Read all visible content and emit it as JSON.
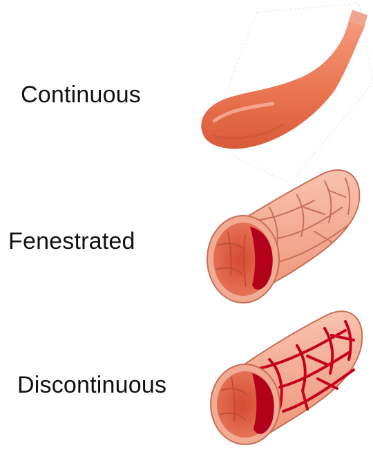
{
  "diagram": {
    "items": [
      {
        "label": "Continuous"
      },
      {
        "label": "Fenestrated"
      },
      {
        "label": "Discontinuous"
      }
    ]
  },
  "colors": {
    "vessel_outer": "#e9876a",
    "vessel_light": "#f7b39d",
    "vessel_lumen": "#d8543a",
    "vessel_dark": "#b3001b",
    "cell_border": "#b96650"
  }
}
